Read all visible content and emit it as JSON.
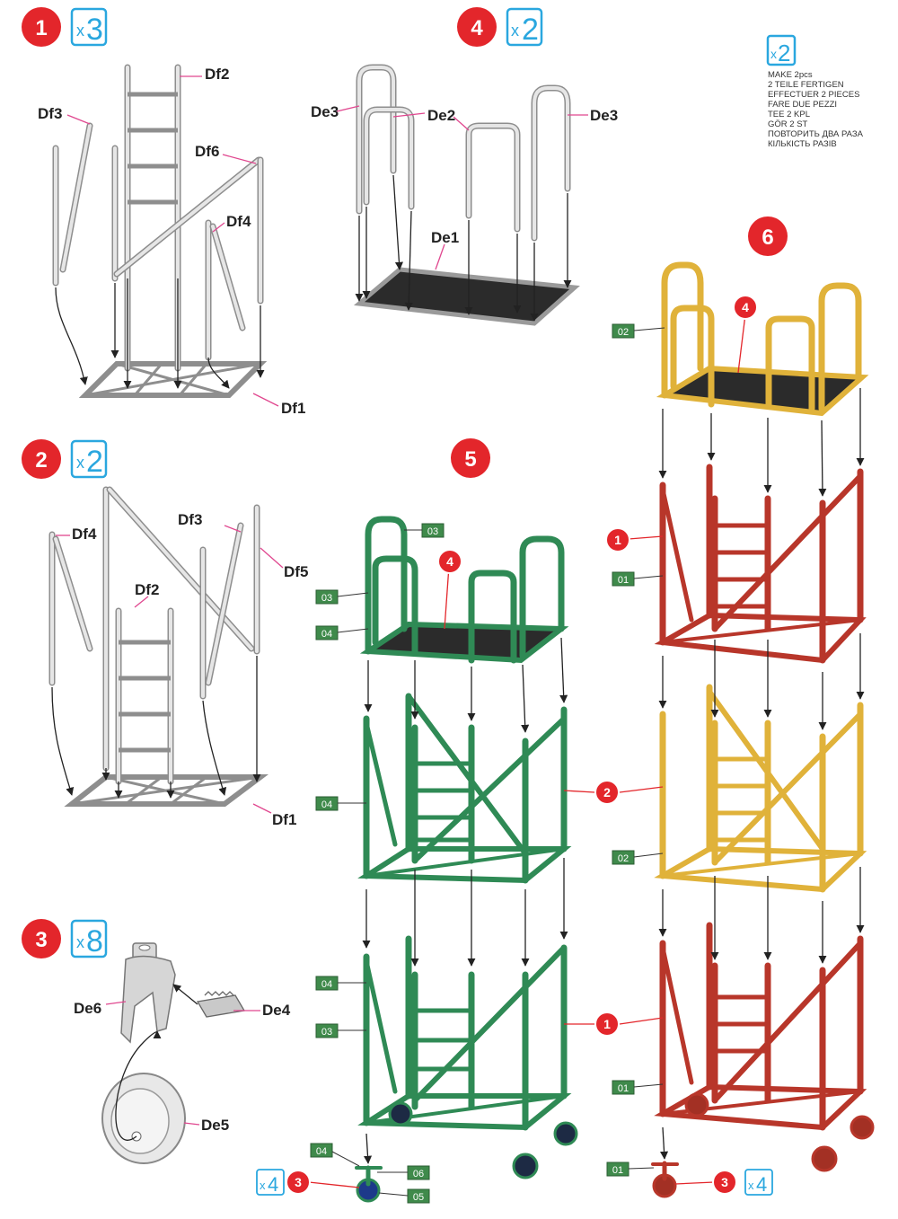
{
  "steps": [
    {
      "num": "1",
      "mult_x": "x",
      "mult_n": "3"
    },
    {
      "num": "2",
      "mult_x": "x",
      "mult_n": "2"
    },
    {
      "num": "3",
      "mult_x": "x",
      "mult_n": "8"
    },
    {
      "num": "4",
      "mult_x": "x",
      "mult_n": "2"
    },
    {
      "num": "5"
    },
    {
      "num": "6"
    }
  ],
  "note": {
    "mult_x": "x",
    "mult_n": "2",
    "lines": [
      "MAKE 2pcs",
      "2 TEILE FERTIGEN",
      "EFFECTUER 2 PIECES",
      "FARE DUE PEZZI",
      "TEE 2 KPL",
      "GÖR 2 ST",
      "ПОВТОРИТЬ ДВА РАЗА",
      "КІЛЬКІСТЬ РАЗІВ"
    ]
  },
  "parts": {
    "df1": "Df1",
    "df2": "Df2",
    "df3": "Df3",
    "df4": "Df4",
    "df5": "Df5",
    "df6": "Df6",
    "de1": "De1",
    "de2": "De2",
    "de3": "De3",
    "de4": "De4",
    "de5": "De5",
    "de6": "De6"
  },
  "color_codes": {
    "c01": "01",
    "c02": "02",
    "c03": "03",
    "c04": "04",
    "c05": "05",
    "c06": "06"
  },
  "refs": {
    "r1": "1",
    "r2": "2",
    "r3": "3",
    "r4": "4"
  },
  "wheel_mult": {
    "x": "x",
    "n": "4"
  },
  "colors": {
    "red_accent": "#e3262b",
    "blue_accent": "#2aa7df",
    "green_frame": "#2f8a55",
    "red_frame": "#b8362a",
    "yellow_frame": "#e0b23a",
    "deck": "#2b2b2b"
  }
}
